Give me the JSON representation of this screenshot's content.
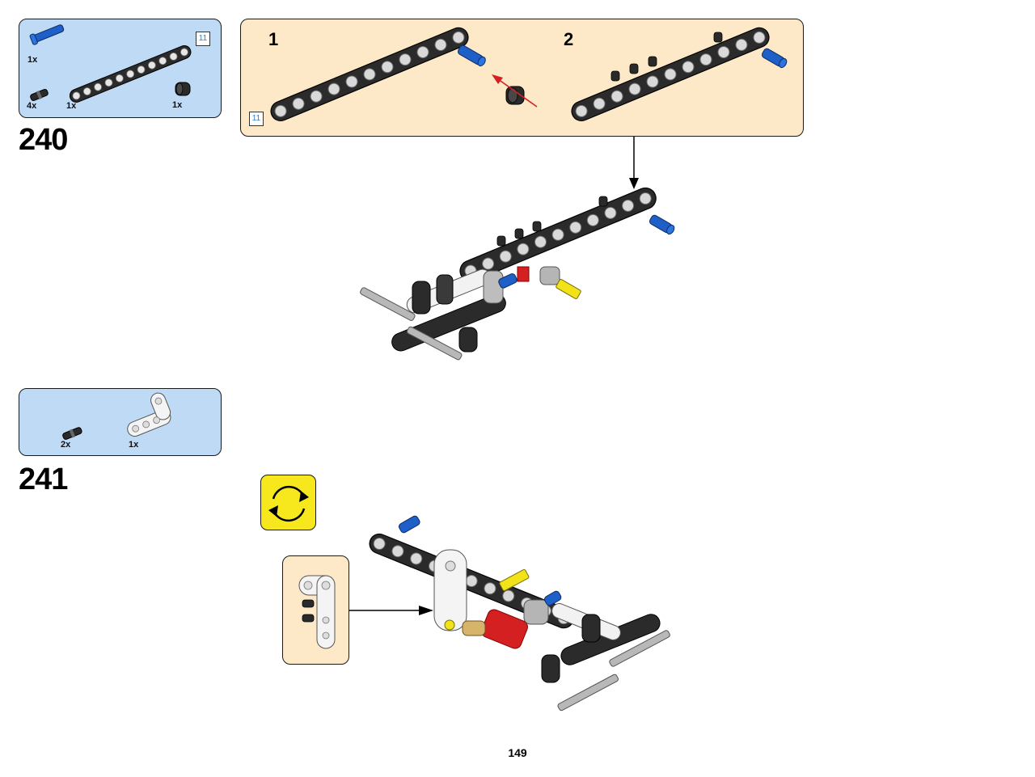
{
  "page": {
    "number": "149"
  },
  "steps": [
    {
      "number": "240",
      "parts": [
        {
          "qty": "1x",
          "part": "blue-pin-icon"
        },
        {
          "qty": "4x",
          "part": "black-pin-icon"
        },
        {
          "qty": "1x",
          "part": "beam-11-icon"
        },
        {
          "qty": "1x",
          "part": "bush-icon"
        }
      ],
      "beam_length_badge": "11",
      "substeps": [
        {
          "number": "1",
          "badge": "11"
        },
        {
          "number": "2"
        }
      ]
    },
    {
      "number": "241",
      "parts": [
        {
          "qty": "2x",
          "part": "black-pin-icon"
        },
        {
          "qty": "1x",
          "part": "white-liftarm-icon"
        }
      ]
    }
  ],
  "colors": {
    "parts_box": "#bfdaf5",
    "substep_box": "#fde9c7",
    "rotate_icon": "#f6e81c",
    "beam": "#2b2b2b",
    "pin_blue": "#1f5fc8",
    "axle_yellow": "#f2e21a",
    "red_part": "#d42020"
  }
}
